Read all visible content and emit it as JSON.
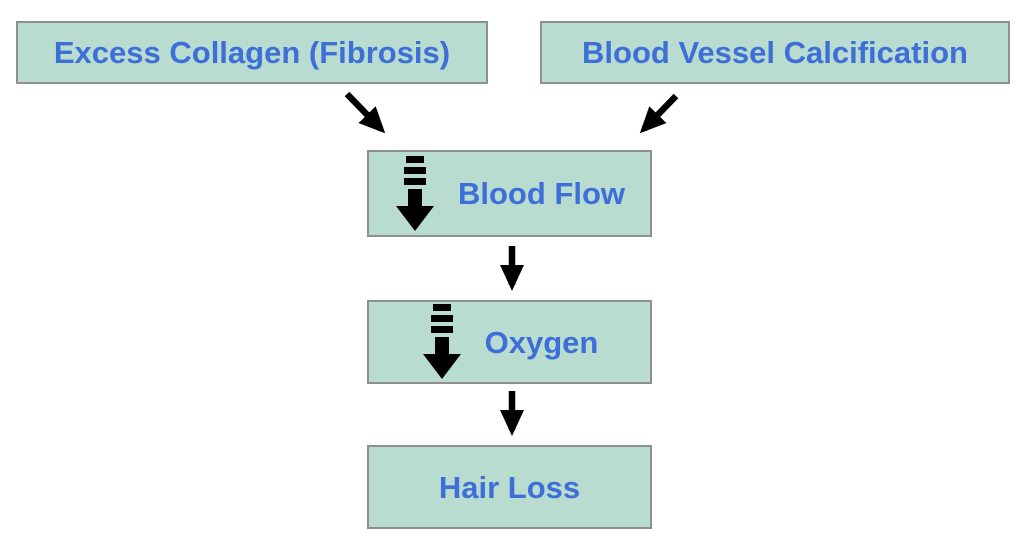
{
  "diagram": {
    "type": "flowchart",
    "topic": "Causes of hair loss via reduced blood flow",
    "colors": {
      "background": "#ffffff",
      "box-fill": "#b8dccf",
      "box-border": "#8f8f8f",
      "label-color": "#3e6ed7",
      "arrow-color": "#000000"
    },
    "nodes": [
      {
        "id": "excess-collagen",
        "label": "Excess Collagen (Fibrosis)",
        "decrease_icon": false
      },
      {
        "id": "blood-vessel-calcification",
        "label": "Blood Vessel Calcification",
        "decrease_icon": false
      },
      {
        "id": "blood-flow",
        "label": "Blood Flow",
        "decrease_icon": true,
        "icon_meaning": "decreased"
      },
      {
        "id": "oxygen",
        "label": "Oxygen",
        "decrease_icon": true,
        "icon_meaning": "decreased"
      },
      {
        "id": "hair-loss",
        "label": "Hair Loss",
        "decrease_icon": false
      }
    ],
    "edges": [
      {
        "from": "excess-collagen",
        "to": "blood-flow"
      },
      {
        "from": "blood-vessel-calcification",
        "to": "blood-flow"
      },
      {
        "from": "blood-flow",
        "to": "oxygen"
      },
      {
        "from": "oxygen",
        "to": "hair-loss"
      }
    ]
  }
}
